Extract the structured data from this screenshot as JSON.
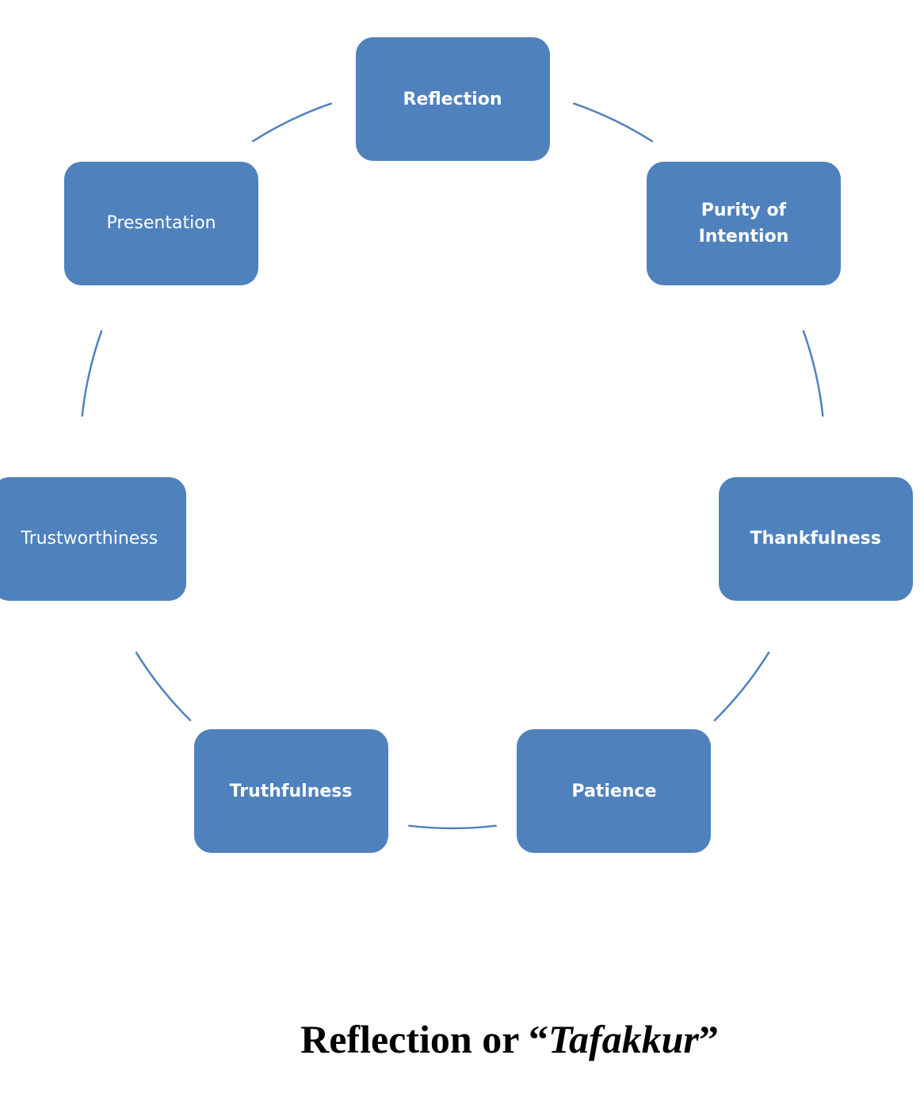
{
  "diagram": {
    "type": "cycle",
    "color": "#4f81bd",
    "nodes": [
      {
        "id": "reflection",
        "label": "Reflection",
        "bold": true
      },
      {
        "id": "purity-of-intention",
        "label": "Purity of Intention",
        "bold": true
      },
      {
        "id": "thankfulness",
        "label": "Thankfulness",
        "bold": true
      },
      {
        "id": "patience",
        "label": "Patience",
        "bold": true
      },
      {
        "id": "truthfulness",
        "label": "Truthfulness",
        "bold": true
      },
      {
        "id": "trustworthiness",
        "label": "Trustworthiness",
        "bold": false
      },
      {
        "id": "presentation",
        "label": "Presentation",
        "bold": false
      }
    ]
  },
  "caption": {
    "prefix": "Reflection or “",
    "italic": "Tafakkur",
    "suffix": "”"
  }
}
